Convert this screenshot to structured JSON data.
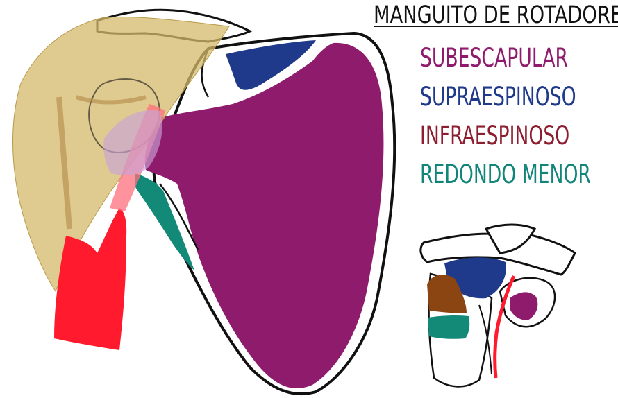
{
  "title": "MANGUITO DE ROTADORES",
  "legend": [
    {
      "label": "SUBESCAPULAR",
      "color": "#8e1b6b",
      "icon": "subscapularis-swatch"
    },
    {
      "label": "SUPRAESPINOSO",
      "color": "#1f3a8a",
      "icon": "supraspinatus-swatch"
    },
    {
      "label": "INFRAESPINOSO",
      "color": "#8b1e2f",
      "icon": "infraspinatus-swatch"
    },
    {
      "label": "REDONDO MENOR",
      "color": "#12857a",
      "icon": "teres-minor-swatch"
    }
  ],
  "colors": {
    "subscapularis": "#8e1b6b",
    "supraspinatus": "#1f3a8a",
    "infraspinatus": "#8b4513",
    "teres_minor": "#138a78",
    "biceps": "#ff1a2e",
    "deltoid": "#d4b86a",
    "outline": "#111111"
  }
}
